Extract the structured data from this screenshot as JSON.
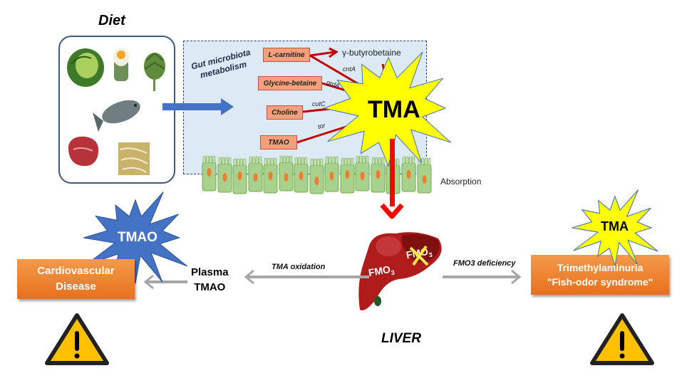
{
  "diet": {
    "title": "Diet",
    "items": [
      "cabbage",
      "egg",
      "artichoke",
      "fish",
      "red-meat",
      "bean-sprouts"
    ]
  },
  "gut": {
    "label_line1": "Gut microbiota",
    "label_line2": "metabolism",
    "substrates": [
      {
        "label": "L-carnitine",
        "enzyme": "cntA"
      },
      {
        "label": "Glycine-betaine",
        "enzyme": "grdA"
      },
      {
        "label": "Choline",
        "enzyme": "cutC"
      },
      {
        "label": "TMAO",
        "enzyme": "tor"
      }
    ],
    "intermediate": "γ-butyrobetaine",
    "absorption_label": "Absorption"
  },
  "tma_burst": {
    "label": "TMA",
    "color": "#ffff00"
  },
  "liver": {
    "label": "LIVER",
    "enzyme_active": "FMO",
    "enzyme_active_sub": "3",
    "enzyme_inactive": "FMO",
    "enzyme_inactive_sub": "3",
    "color": "#b01c1c"
  },
  "left_pathway": {
    "arrow_label": "TMA oxidation",
    "plasma_line1": "Plasma",
    "plasma_line2": "TMAO",
    "burst_label": "TMAO",
    "burst_color": "#4472c4",
    "outcome_line1": "Cardiovascular",
    "outcome_line2": "Disease"
  },
  "right_pathway": {
    "arrow_label": "FMO3 deficiency",
    "burst_label": "TMA",
    "outcome_line1": "Trimethylaminuria",
    "outcome_line2": "\"Fish-odor syndrome\""
  },
  "colors": {
    "gut_bg": "#dde9f5",
    "red_arrow": "#c00000",
    "bright_red": "#ff0000",
    "blue_arrow": "#4472c4",
    "gray_arrow": "#a6a6a6",
    "orange": "#ed7d31",
    "warning_yellow": "#ffc000"
  }
}
